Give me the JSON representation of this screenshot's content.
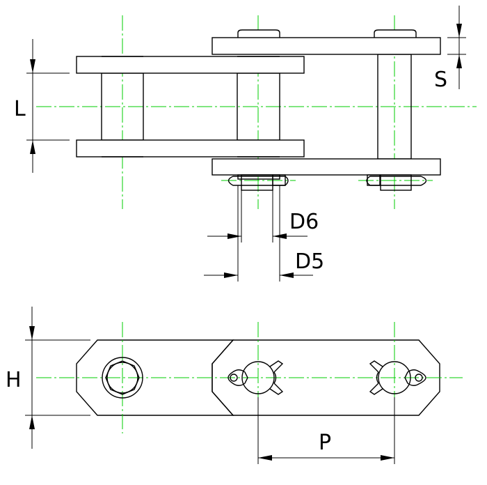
{
  "labels": {
    "L": "L",
    "S": "S",
    "D6": "D6",
    "D5": "D5",
    "H": "H",
    "P": "P"
  },
  "colors": {
    "outline": "#000000",
    "centerline": "#00cc00",
    "background": "#ffffff"
  }
}
